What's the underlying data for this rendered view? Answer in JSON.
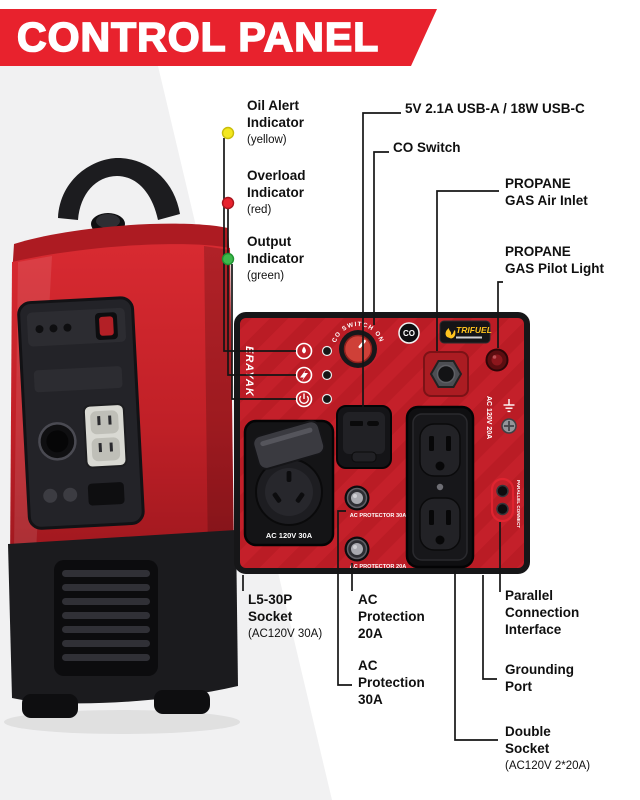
{
  "header": {
    "title": "CONTROL PANEL"
  },
  "colors": {
    "banner_red": "#e8222d",
    "panel_red": "#c4202a",
    "indicator_yellow": "#f3e71f",
    "indicator_red": "#e8232e",
    "indicator_green": "#3db84b"
  },
  "callouts": {
    "oil": {
      "title": [
        "Oil Alert",
        "Indicator"
      ],
      "sub": "(yellow)"
    },
    "overload": {
      "title": [
        "Overload",
        "Indicator"
      ],
      "sub": "(red)"
    },
    "output": {
      "title": [
        "Output",
        "Indicator"
      ],
      "sub": "(green)"
    },
    "usb": {
      "title": [
        "5V 2.1A USB-A / 18W USB-C"
      ]
    },
    "co_switch": {
      "title": [
        "CO Switch"
      ]
    },
    "air_inlet": {
      "title": [
        "PROPANE",
        "GAS Air Inlet"
      ]
    },
    "pilot_light": {
      "title": [
        "PROPANE",
        "GAS Pilot Light"
      ]
    },
    "l530p_socket": {
      "title": [
        "L5-30P",
        "Socket"
      ],
      "sub": "(AC120V 30A)"
    },
    "protection_20a": {
      "title": [
        "AC",
        "Protection",
        "20A"
      ]
    },
    "protection_30a": {
      "title": [
        "AC",
        "Protection",
        "30A"
      ]
    },
    "parallel": {
      "title": [
        "Parallel",
        "Connection",
        "Interface"
      ]
    },
    "grounding": {
      "title": [
        "Grounding",
        "Port"
      ]
    },
    "double_socket": {
      "title": [
        "Double",
        "Socket"
      ],
      "sub": "(AC120V 2*20A)"
    }
  },
  "panel": {
    "brand": "ERAYAK",
    "co_arc_label": "CO SWITCH ON",
    "co_badge": "CO",
    "trifuel": "TRIFUEL",
    "l530p_print": "AC 120V 30A",
    "protector_30_print": "AC PROTECTOR 30A",
    "protector_20_print": "AC PROTECTOR 20A",
    "side_print": "AC 120V 20A",
    "parallel_print": "PARALLEL CONNECT"
  }
}
